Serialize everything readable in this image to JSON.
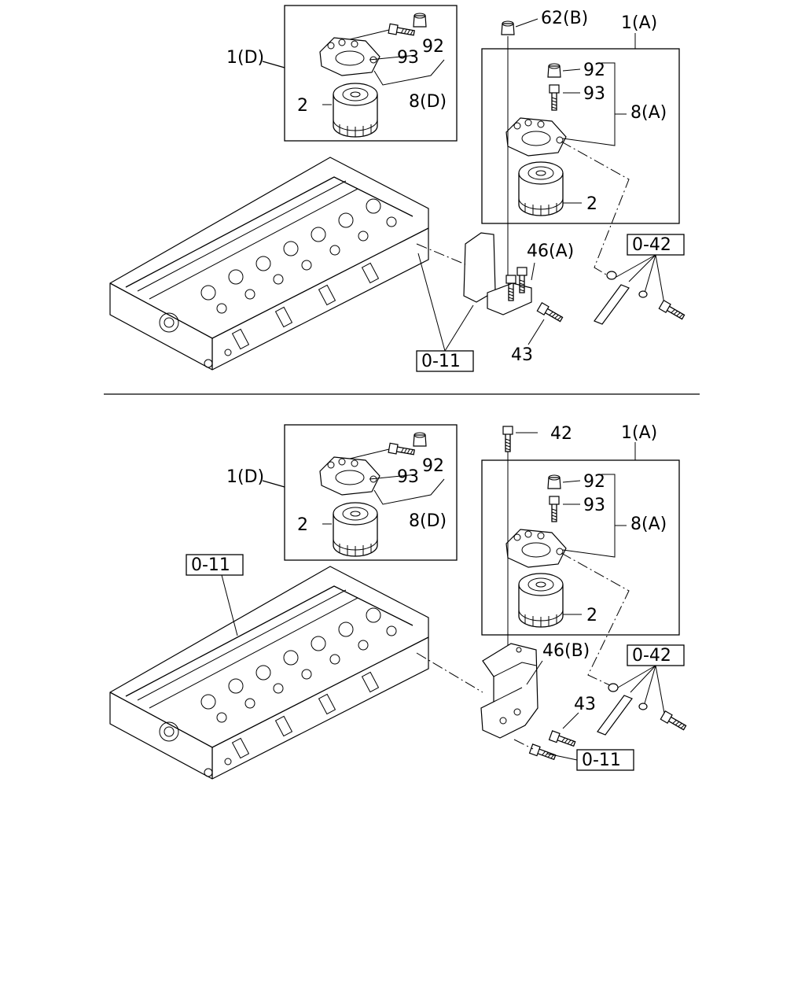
{
  "colors": {
    "line": "#000000",
    "background": "#ffffff"
  },
  "top": {
    "inset_ref": "1(D)",
    "inset_bolt": "93",
    "inset_cap": "92",
    "inset_kit": "8(D)",
    "inset_filter": "2",
    "nut": "62(B)",
    "assembly": "1(A)",
    "cap": "92",
    "bolt": "93",
    "kit": "8(A)",
    "filter": "2",
    "stud": "46(A)",
    "ref_0_42": "0-42",
    "bolt_43": "43",
    "ref_0_11": "0-11"
  },
  "bottom": {
    "inset_ref": "1(D)",
    "inset_bolt": "93",
    "inset_cap": "92",
    "inset_kit": "8(D)",
    "inset_filter": "2",
    "bolt_42": "42",
    "assembly": "1(A)",
    "cap": "92",
    "bolt": "93",
    "kit": "8(A)",
    "filter": "2",
    "bracket": "46(B)",
    "ref_0_42": "0-42",
    "ref_0_11_head": "0-11",
    "bolt_43": "43",
    "ref_0_11_bolt": "0-11"
  }
}
